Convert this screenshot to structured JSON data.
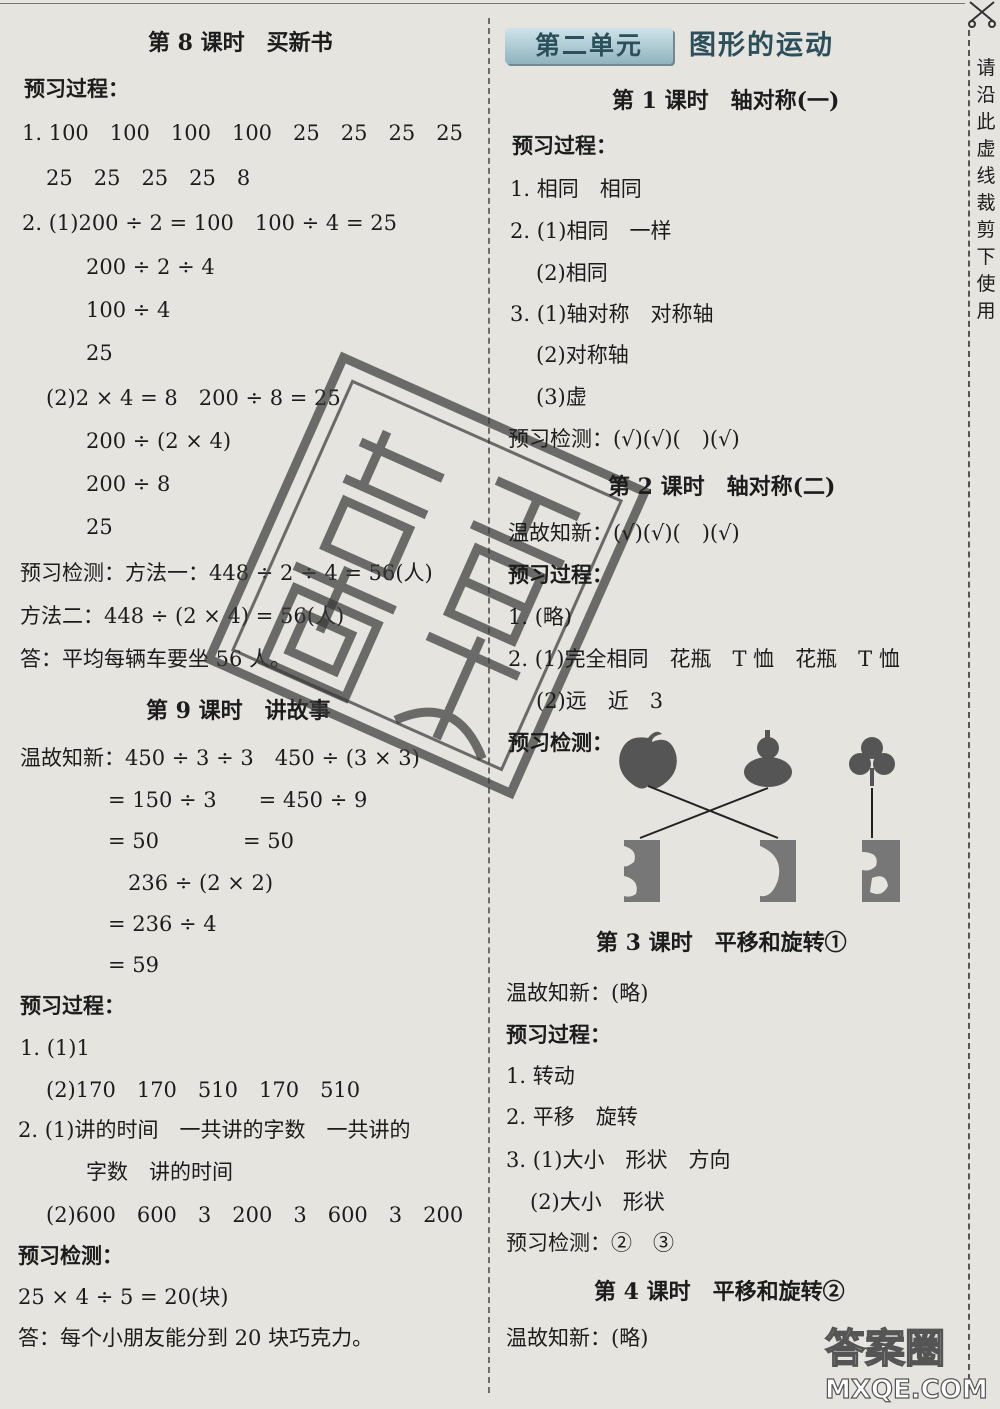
{
  "left": {
    "lesson8_title": "第 8 课时　买新书",
    "l8_preview_process": "预习过程：",
    "l8_q1_line1": "1. 100　100　100　100　25　25　25　25",
    "l8_q1_line2": "25　25　25　25　8",
    "l8_q2_line1": "2. (1)200 ÷ 2 = 100　100 ÷ 4 = 25",
    "l8_q2_line2": "200 ÷ 2 ÷ 4",
    "l8_q2_line3": "100 ÷ 4",
    "l8_q2_line4": "25",
    "l8_q2_line5": "(2)2 × 4 = 8　200 ÷ 8 = 25",
    "l8_q2_line6": "200 ÷ (2 × 4)",
    "l8_q2_line7": "200 ÷ 8",
    "l8_q2_line8": "25",
    "l8_check_line1": "预习检测：方法一：448 ÷ 2 ÷ 4 = 56(人)",
    "l8_check_line2": "方法二：448 ÷ (2 × 4) = 56(人)",
    "l8_answer": "答：平均每辆车要坐 56 人。",
    "lesson9_title": "第 9 课时　讲故事",
    "l9_review_line1": "温故知新：450 ÷ 3 ÷ 3　450 ÷ (3 × 3)",
    "l9_review_line2": "= 150 ÷ 3　　= 450 ÷ 9",
    "l9_review_line3": "= 50　　　　= 50",
    "l9_review_line4": "236 ÷ (2 × 2)",
    "l9_review_line5": "= 236 ÷ 4",
    "l9_review_line6": "= 59",
    "l9_preview_process": "预习过程：",
    "l9_q1_line1": "1. (1)1",
    "l9_q1_line2": "(2)170　170　510　170　510",
    "l9_q2_line1": "2. (1)讲的时间　一共讲的字数　一共讲的",
    "l9_q2_line2": "字数　讲的时间",
    "l9_q2_line3": "(2)600　600　3　200　3　600　3　200",
    "l9_check": "预习检测：",
    "l9_calc": "25 × 4 ÷ 5 = 20(块)",
    "l9_answer": "答：每个小朋友能分到 20 块巧克力。"
  },
  "right": {
    "unit_label": "第二单元",
    "unit_title": "图形的运动",
    "lesson1_title": "第 1 课时　轴对称(一)",
    "r1_preview_process": "预习过程：",
    "r1_q1": "1. 相同　相同",
    "r1_q2_line1": "2. (1)相同　一样",
    "r1_q2_line2": "(2)相同",
    "r1_q3_line1": "3. (1)轴对称　对称轴",
    "r1_q3_line2": "(2)对称轴",
    "r1_q3_line3": "(3)虚",
    "r1_check": "预习检测：(√)(√)(　)(√)",
    "lesson2_title": "第 2 课时　轴对称(二)",
    "r2_review": "温故知新：(√)(√)(　)(√)",
    "r2_preview_process": "预习过程：",
    "r2_q1": "1. (略)",
    "r2_q2_line1": "2. (1)完全相同　花瓶　T 恤　花瓶　T 恤",
    "r2_q2_line2": "(2)远　近　3",
    "r2_check": "预习检测：",
    "lesson3_title": "第 3 课时　平移和旋转①",
    "r3_review": "温故知新：(略)",
    "r3_preview_process": "预习过程：",
    "r3_q1": "1. 转动",
    "r3_q2": "2. 平移　旋转",
    "r3_q3_line1": "3. (1)大小　形状　方向",
    "r3_q3_line2": "(2)大小　形状",
    "r3_check": "预习检测：②　③",
    "lesson4_title": "第 4 课时　平移和旋转②",
    "r4_review": "温故知新：(略)"
  },
  "margin": {
    "cut_chars": [
      "请",
      "沿",
      "此",
      "虚",
      "线",
      "裁",
      "剪",
      "下",
      "使",
      "用"
    ]
  },
  "watermark": {
    "site": "MXQE.COM",
    "chars": "答案圈"
  }
}
